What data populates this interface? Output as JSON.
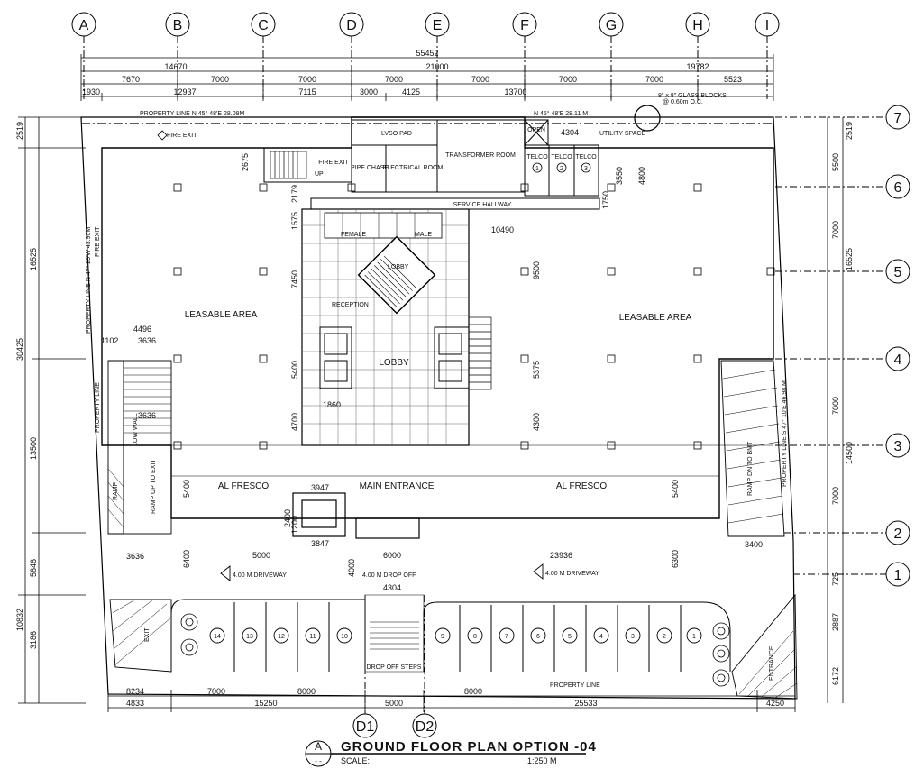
{
  "grid": {
    "columns": [
      "A",
      "B",
      "C",
      "D",
      "E",
      "F",
      "G",
      "H",
      "I"
    ],
    "rows": [
      "7",
      "6",
      "5",
      "4",
      "3",
      "2",
      "1"
    ],
    "bottom_markers": [
      "D1",
      "D2"
    ]
  },
  "dims": {
    "overall": "55452",
    "top_second": [
      "14670",
      "21000",
      "19782"
    ],
    "top_bays": [
      "7670",
      "7000",
      "7000",
      "7000",
      "7000",
      "7000",
      "7000",
      "5523"
    ],
    "top_third": [
      "1930",
      "12937",
      "7115",
      "3000",
      "4125",
      "13700"
    ],
    "left_overall": "30425",
    "left_upper": "16525",
    "left_mid": "13500",
    "left_lower": [
      "5646",
      "10832",
      "3186",
      "2519"
    ],
    "right_bays": [
      "5500",
      "7000",
      "16525",
      "7000",
      "14500",
      "7000",
      "725",
      "2887",
      "6172",
      "2519"
    ],
    "bottom_row1": [
      "8234",
      "7000",
      "8000",
      "8000"
    ],
    "bottom_row2": [
      "4833",
      "15250",
      "5000",
      "25533",
      "4250"
    ],
    "misc": [
      "4496",
      "3636",
      "3636",
      "1102",
      "3636",
      "3400",
      "10490",
      "2675",
      "2179",
      "1575",
      "1750",
      "3550",
      "4800",
      "7450",
      "5400",
      "4700",
      "1860",
      "9500",
      "5375",
      "4300",
      "3947",
      "3847",
      "5400",
      "6400",
      "5400",
      "6300",
      "5000",
      "6000",
      "23936",
      "4304",
      "4000",
      "2400",
      "1200"
    ]
  },
  "labels": {
    "property_line_top_left": "PROPERTY LINE   N 45° 48'E  28.08M",
    "property_line_top_right": "N 45° 48'E  28.11 M",
    "glass_blocks": "8\" x 8\" GLASS BLOCKS",
    "glass_blocks_2": "@ 0.60m O.C.",
    "fire_exit": "FIRE EXIT",
    "fire_exit_2": "FIRE EXIT",
    "fire_exit_vertical": "FIRE EXIT",
    "lvso_pad": "LVSO PAD",
    "transformer_room": "TRANSFORMER ROOM",
    "pipe_chase": "PIPE CHASE",
    "electrical_room": "ELECTRICAL ROOM",
    "open": "OPEN",
    "utility_space": "UTILITY SPACE",
    "telco": [
      "TELCO",
      "TELCO",
      "TELCO"
    ],
    "telco_nums": [
      "1",
      "2",
      "3"
    ],
    "service_hallway": "SERVICE HALLWAY",
    "female": "FEMALE",
    "male": "MALE",
    "lobby_small": "LOBBY",
    "lobby": "LOBBY",
    "leasable_left": "LEASABLE AREA",
    "leasable_right": "LEASABLE AREA",
    "reception": "RECEPTION",
    "up": "UP",
    "prop_line_left_vertical": "PROPERTY LINE   N 47° 23'W 43.90M",
    "prop_line_left_vertical_2": "PROPERTY LINE",
    "prop_line_right_vertical": "PROPERTY LINE   S 47° 10'E  46.98 M",
    "low_wall": "LOW WALL",
    "ramp": "RAMP",
    "ramp_up": "RAMP UP TO EXIT",
    "ramp_down": "RAMP DN TO BMT",
    "al_fresco_left": "AL FRESCO",
    "main_entrance": "MAIN ENTRANCE",
    "al_fresco_right": "AL FRESCO",
    "driveway_left": "4.00 M DRIVEWAY",
    "drop_off": "4.00 M DROP OFF",
    "driveway_right": "4.00 M DRIVEWAY",
    "exit": "EXIT",
    "entrance": "ENTRANCE",
    "drop_off_steps": "DROP OFF STEPS",
    "property_line_bottom": "PROPERTY LINE",
    "parking_left": [
      "14",
      "13",
      "12",
      "11",
      "10"
    ],
    "parking_right": [
      "9",
      "8",
      "7",
      "6",
      "5",
      "4",
      "3",
      "2",
      "1"
    ]
  },
  "title": {
    "tag": "A",
    "tag_sub": "-  -",
    "main": "GROUND FLOOR PLAN OPTION -04",
    "scale_label": "SCALE:",
    "scale": "1:250  M"
  }
}
